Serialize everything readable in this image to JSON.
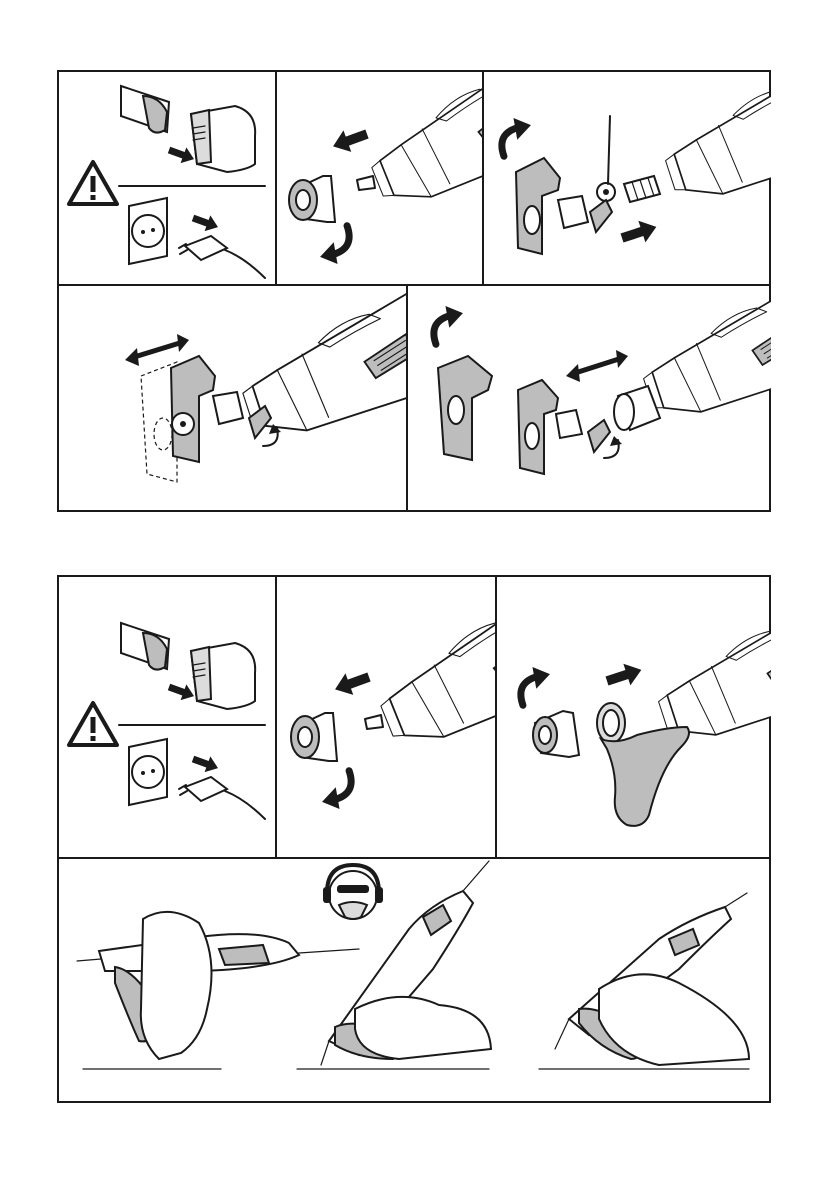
{
  "figures": [
    {
      "panels": [
        {
          "name": "unplug-warning",
          "icons": [
            "warning-triangle-icon",
            "battery-removal-icon",
            "power-plug-icon"
          ]
        },
        {
          "name": "remove-nose-cap",
          "icons": [
            "nose-cap-icon",
            "rotate-arrow-icon",
            "pull-arrow-icon"
          ]
        },
        {
          "name": "attach-cutting-guide",
          "icons": [
            "cutting-guide-icon",
            "collet-icon",
            "push-arrow-icon"
          ]
        },
        {
          "name": "adjust-cutting-depth",
          "icons": [
            "double-arrow-icon",
            "thumb-screw-icon"
          ]
        },
        {
          "name": "remove-cutting-guide",
          "icons": [
            "double-arrow-icon",
            "rotate-arrow-icon"
          ]
        }
      ]
    },
    {
      "panels": [
        {
          "name": "unplug-warning",
          "icons": [
            "warning-triangle-icon",
            "battery-removal-icon",
            "power-plug-icon"
          ]
        },
        {
          "name": "remove-nose-cap",
          "icons": [
            "nose-cap-icon",
            "rotate-arrow-icon",
            "pull-arrow-icon"
          ]
        },
        {
          "name": "attach-finger-grip",
          "icons": [
            "finger-grip-icon",
            "rotate-arrow-icon",
            "push-arrow-icon"
          ]
        },
        {
          "name": "grip-positions",
          "icons": [
            "safety-glasses-mask-earmuffs-icon",
            "hand-grip-icon"
          ]
        }
      ]
    }
  ],
  "colors": {
    "ink": "#1a1a1a",
    "tool_grey": "#bdbdbd",
    "light_grey": "#dcdcdc",
    "paper": "#ffffff"
  }
}
